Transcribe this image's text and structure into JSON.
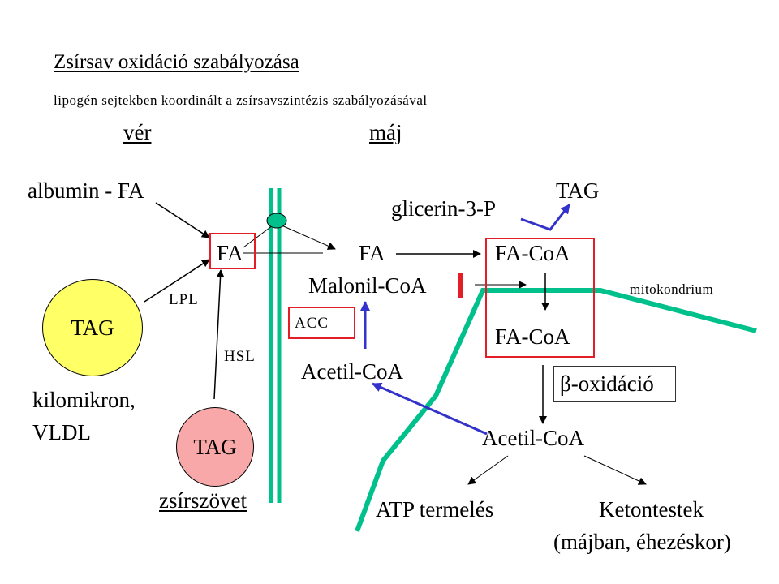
{
  "title": "Zsírsav oxidáció szabályozása",
  "subtitle": "lipogén sejtekben koordinált a zsírsavszintézis szabályozásával",
  "headers": {
    "blood": "vér",
    "liver": "máj"
  },
  "labels": {
    "albumin_fa": "albumin - FA",
    "fa_blood": "FA",
    "fa_liver": "FA",
    "fa_coa_top": "FA-CoA",
    "fa_coa_bottom": "FA-CoA",
    "tag_top": "TAG",
    "glycerol_3p": "glicerin-3-P",
    "malonyl_coa": "Malonil-CoA",
    "mitochondrion": "mitokondrium",
    "acc": "ACC",
    "acetyl_coa_left": "Acetil-CoA",
    "acetyl_coa_bottom": "Acetil-CoA",
    "beta_oxidation": "β-oxidáció",
    "lpl": "LPL",
    "hsl": "HSL",
    "tag_chylo": "TAG",
    "chylo_label_1": "kilomikron,",
    "chylo_label_2": "VLDL",
    "tag_adipose": "TAG",
    "adipose_label": "zsírszövet",
    "atp": "ATP termelés",
    "ketone_1": "Ketontestek",
    "ketone_2": "(májban, éhezéskor)"
  },
  "colors": {
    "membrane": "#00c08b",
    "inhibition": "#e41e26",
    "flux_arrow": "#3333cc",
    "tag_chylo_fill": "#ffff66",
    "tag_adipose_fill": "#f8a8a8",
    "transporter_fill": "#00c08b"
  }
}
